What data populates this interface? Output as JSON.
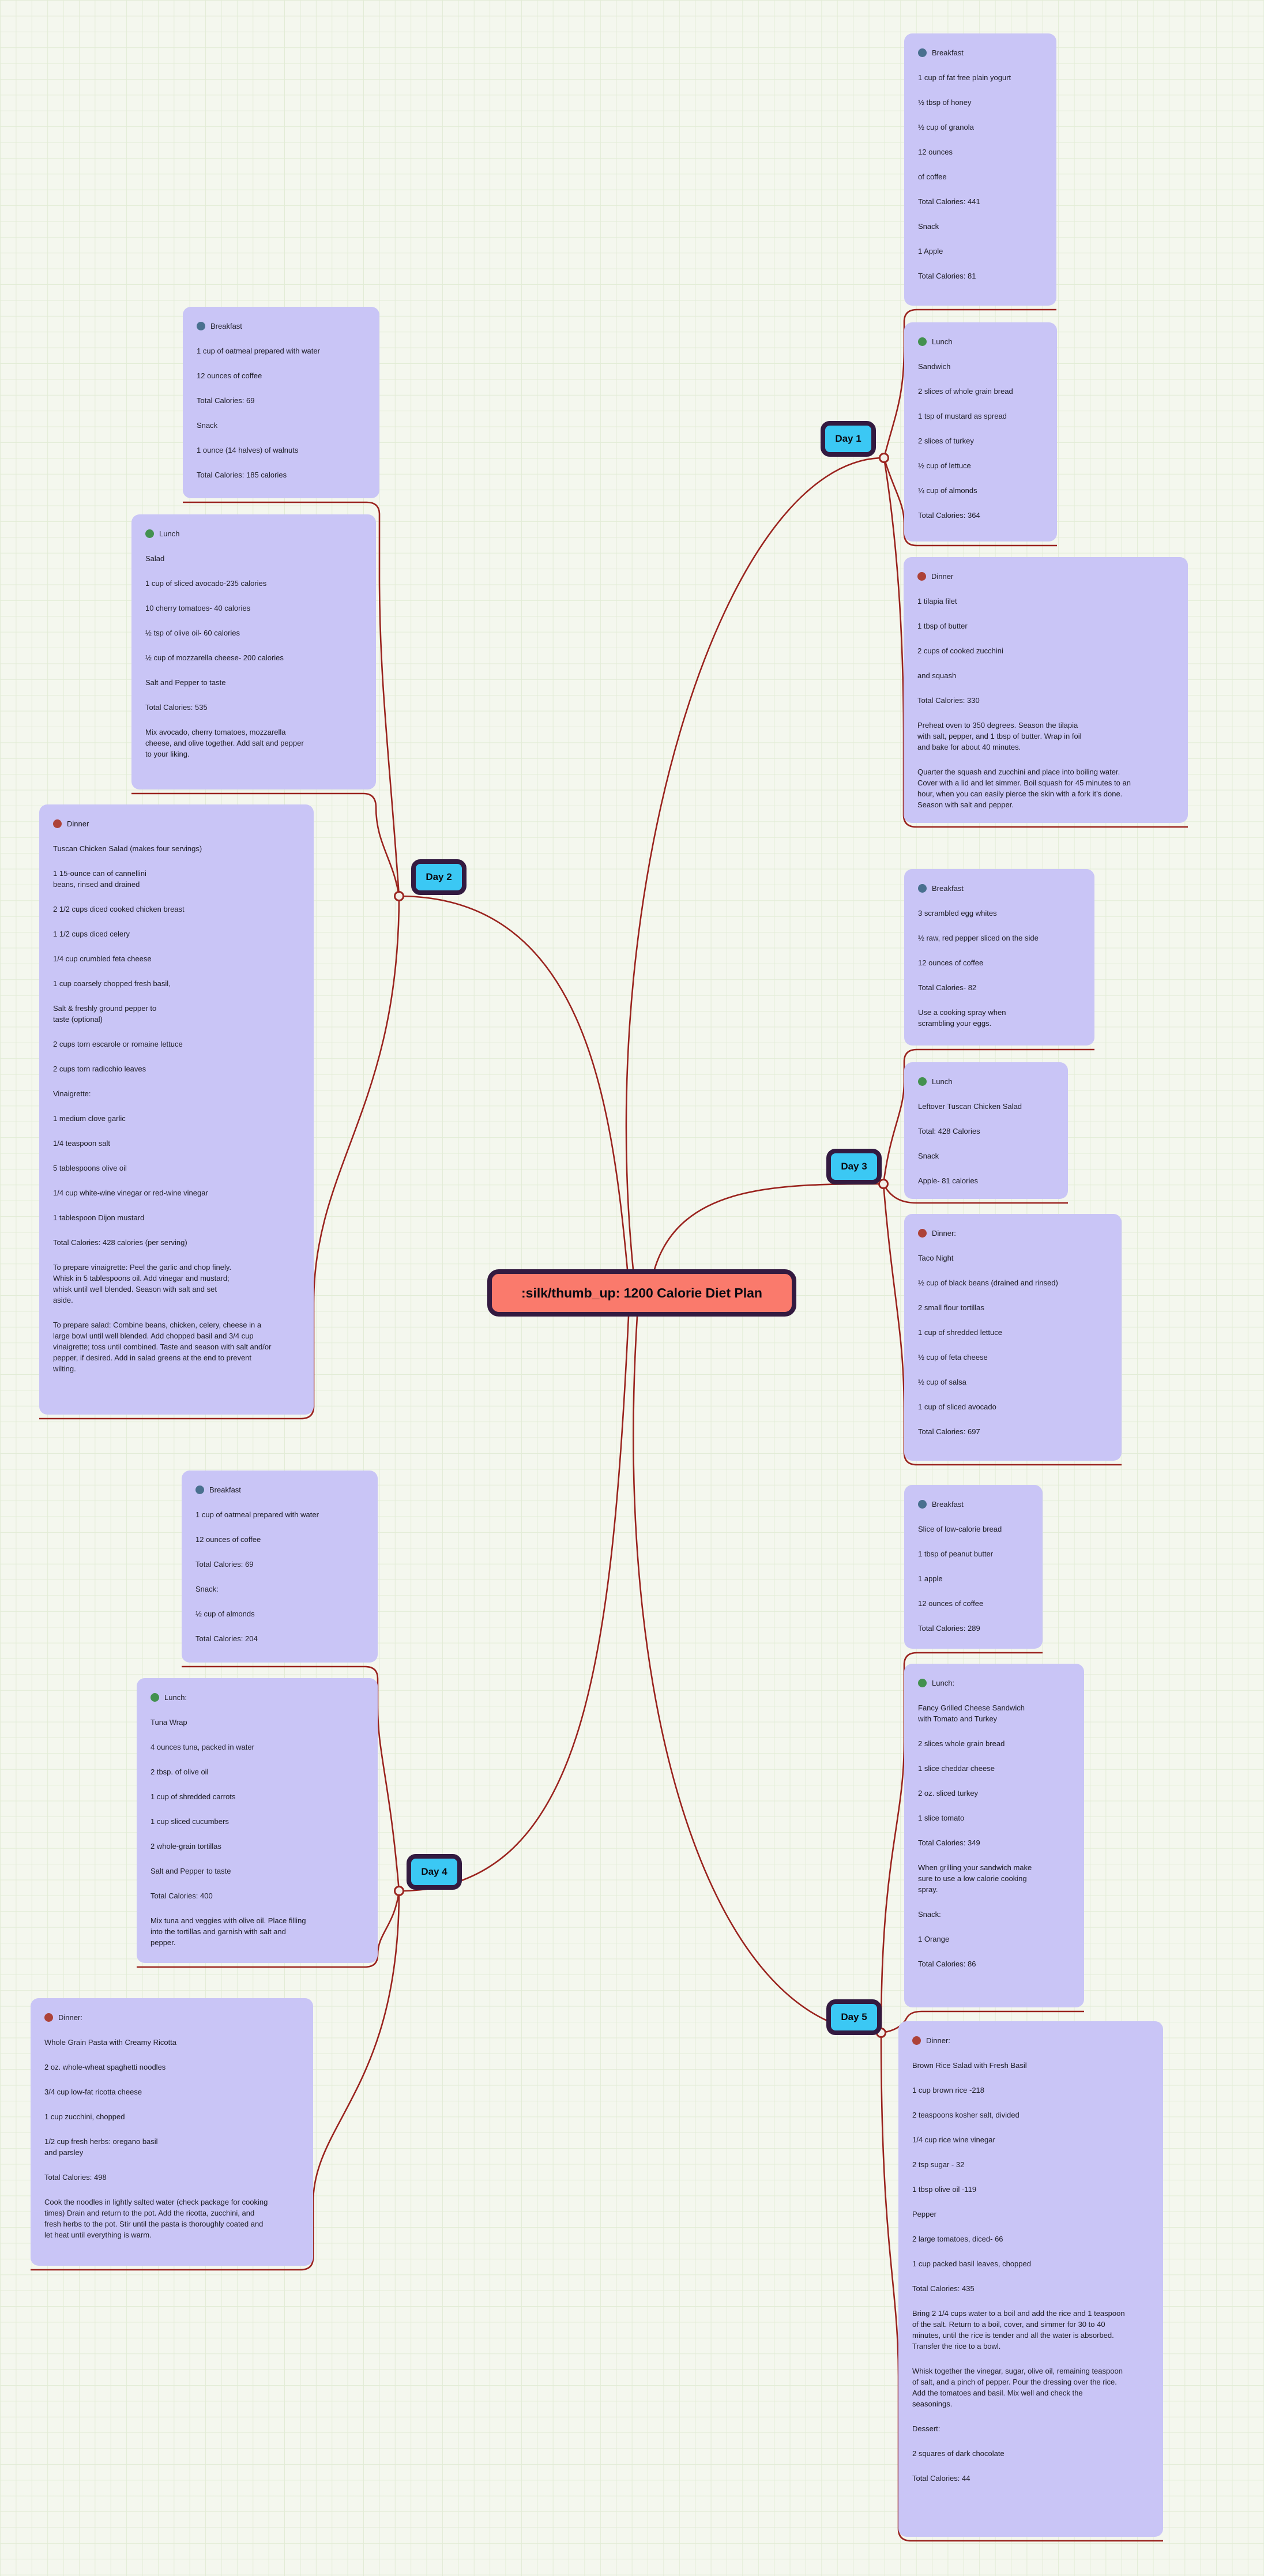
{
  "title": ":silk/thumb_up: 1200 Calorie Diet Plan",
  "colors": {
    "central_fill": "#fa7a6c",
    "outline": "#331a40",
    "day_fill": "#3bc8f4",
    "node_fill": "#c9c5f6",
    "branch": "#9a231e",
    "junction_fill": "#f2efe9",
    "breakfast_dot": "#49708f",
    "lunch_dot": "#43914f",
    "dinner_dot": "#ad4238",
    "text": "#202029"
  },
  "days": [
    {
      "label": "Day 1",
      "topics": [
        {
          "heading": "Breakfast",
          "lines": [
            "1 cup of fat free plain yogurt",
            "½ tbsp of honey",
            "½ cup of granola",
            "12 ounces",
            "of coffee",
            "Total Calories: 441",
            "Snack",
            "1 Apple",
            "Total Calories: 81"
          ]
        },
        {
          "heading": "Lunch",
          "lines": [
            "Sandwich",
            "2 slices of whole grain bread",
            "1 tsp of mustard as spread",
            "2 slices of turkey",
            "½ cup of lettuce",
            "¼ cup of almonds",
            "Total Calories: 364"
          ]
        },
        {
          "heading": "Dinner",
          "lines": [
            "1 tilapia filet",
            "1 tbsp of butter",
            "2 cups of cooked zucchini",
            "and squash",
            "Total Calories: 330",
            "Preheat oven to 350 degrees. Season the tilapia\nwith salt, pepper, and 1 tbsp of butter. Wrap in foil\nand bake for about 40 minutes.",
            "Quarter the squash and zucchini and place into boiling water.\nCover with a lid and let simmer. Boil squash for 45 minutes to an\nhour, when you can easily pierce the skin with a fork it’s done.\nSeason with salt and pepper."
          ]
        }
      ]
    },
    {
      "label": "Day 2",
      "topics": [
        {
          "heading": "Breakfast",
          "lines": [
            "1 cup of oatmeal prepared with water",
            "12 ounces of coffee",
            "Total Calories: 69",
            "Snack",
            "1 ounce (14 halves) of walnuts",
            "Total Calories: 185 calories"
          ]
        },
        {
          "heading": "Lunch",
          "lines": [
            "Salad",
            "1 cup of sliced avocado-235 calories",
            "10 cherry tomatoes- 40 calories",
            "½ tsp of olive oil- 60 calories",
            "½ cup of mozzarella cheese- 200 calories",
            "Salt and Pepper to taste",
            "Total Calories: 535",
            "Mix avocado, cherry tomatoes, mozzarella\ncheese, and olive together. Add salt and pepper\nto your liking."
          ]
        },
        {
          "heading": "Dinner",
          "lines": [
            "Tuscan Chicken Salad (makes four servings)",
            "1 15-ounce can of cannellini\nbeans, rinsed and drained",
            "2 1/2 cups diced cooked chicken breast",
            "1 1/2 cups diced celery",
            "1/4 cup crumbled feta cheese",
            "1 cup coarsely chopped fresh basil,",
            "Salt & freshly ground pepper to\ntaste (optional)",
            "2 cups torn escarole or romaine lettuce",
            "2 cups torn radicchio leaves",
            "Vinaigrette:",
            "1 medium clove garlic",
            "1/4 teaspoon salt",
            "5 tablespoons olive oil",
            "1/4 cup white-wine vinegar or red-wine vinegar",
            "1 tablespoon Dijon mustard",
            "Total Calories: 428 calories (per serving)",
            "To prepare vinaigrette: Peel the garlic and chop finely.\nWhisk in 5 tablespoons oil. Add vinegar and mustard;\nwhisk until well blended. Season with salt and set\naside.",
            "To prepare salad: Combine beans, chicken, celery, cheese in a\nlarge bowl until well blended. Add chopped basil and 3/4 cup\nvinaigrette; toss until combined. Taste and season with salt and/or\npepper, if desired. Add in salad greens at the end to prevent\nwilting."
          ]
        }
      ]
    },
    {
      "label": "Day 3",
      "topics": [
        {
          "heading": "Breakfast",
          "lines": [
            "3 scrambled egg whites",
            "½ raw, red pepper sliced on the side",
            "12 ounces of coffee",
            "Total Calories- 82",
            "Use a cooking spray when\nscrambling your eggs."
          ]
        },
        {
          "heading": "Lunch",
          "lines": [
            "Leftover Tuscan Chicken Salad",
            "Total: 428 Calories",
            "Snack",
            "Apple- 81 calories"
          ]
        },
        {
          "heading": "Dinner:",
          "lines": [
            "Taco Night",
            "½ cup of black beans (drained and rinsed)",
            "2 small flour tortillas",
            "1 cup of shredded lettuce",
            "½ cup of feta cheese",
            "½ cup of salsa",
            "1 cup of sliced avocado",
            "Total Calories: 697"
          ]
        }
      ]
    },
    {
      "label": "Day 4",
      "topics": [
        {
          "heading": "Breakfast",
          "lines": [
            "1 cup of oatmeal prepared with water",
            "12 ounces of coffee",
            "Total Calories: 69",
            "Snack:",
            "½ cup of almonds",
            "Total Calories: 204"
          ]
        },
        {
          "heading": "Lunch:",
          "lines": [
            "Tuna Wrap",
            "4 ounces tuna, packed in water",
            "2 tbsp. of olive oil",
            "1 cup of shredded carrots",
            "1 cup sliced cucumbers",
            "2 whole-grain tortillas",
            "Salt and Pepper to taste",
            "Total Calories: 400",
            "Mix tuna and veggies with olive oil. Place filling\ninto the tortillas and garnish with salt and\npepper."
          ]
        },
        {
          "heading": "Dinner:",
          "lines": [
            "Whole Grain Pasta with Creamy Ricotta",
            "2 oz. whole-wheat spaghetti noodles",
            "3/4 cup low-fat ricotta cheese",
            "1 cup zucchini, chopped",
            "1/2 cup fresh herbs: oregano basil\nand parsley",
            "Total Calories: 498",
            "Cook the noodles in lightly salted water (check package for cooking\ntimes) Drain and return to the pot. Add the ricotta, zucchini, and\nfresh herbs to the pot. Stir until the pasta is thoroughly coated and\nlet heat until everything is warm."
          ]
        }
      ]
    },
    {
      "label": "Day 5",
      "topics": [
        {
          "heading": "Breakfast",
          "lines": [
            "Slice of low-calorie bread",
            "1 tbsp of peanut butter",
            "1 apple",
            "12 ounces of coffee",
            "Total Calories: 289"
          ]
        },
        {
          "heading": "Lunch:",
          "lines": [
            "Fancy Grilled Cheese Sandwich\nwith Tomato and Turkey",
            "2 slices whole grain bread",
            "1 slice cheddar cheese",
            "2 oz. sliced turkey",
            "1 slice tomato",
            "Total Calories: 349",
            "When grilling your sandwich make\nsure to use a low calorie cooking\nspray.",
            "Snack:",
            "1 Orange",
            "Total Calories: 86"
          ]
        },
        {
          "heading": "Dinner:",
          "lines": [
            "Brown Rice Salad with Fresh Basil",
            "1 cup brown rice -218",
            "2 teaspoons kosher salt, divided",
            "1/4 cup rice wine vinegar",
            "2 tsp  sugar - 32",
            "1 tbsp olive oil -119",
            "Pepper",
            "2 large tomatoes, diced- 66",
            "1 cup packed basil leaves, chopped",
            "Total Calories: 435",
            "Bring 2 1/4 cups water to a boil and add the rice and 1 teaspoon\nof the salt. Return to a boil, cover, and simmer for 30 to 40\nminutes, until the rice is tender and all the water is absorbed.\nTransfer the rice to a bowl.",
            "Whisk together the vinegar, sugar, olive oil, remaining teaspoon\nof salt, and a pinch of pepper. Pour the dressing over the rice.\nAdd the tomatoes and basil. Mix well and check the\nseasonings.",
            "Dessert:",
            "2 squares of dark chocolate",
            "Total Calories: 44"
          ]
        }
      ]
    }
  ]
}
